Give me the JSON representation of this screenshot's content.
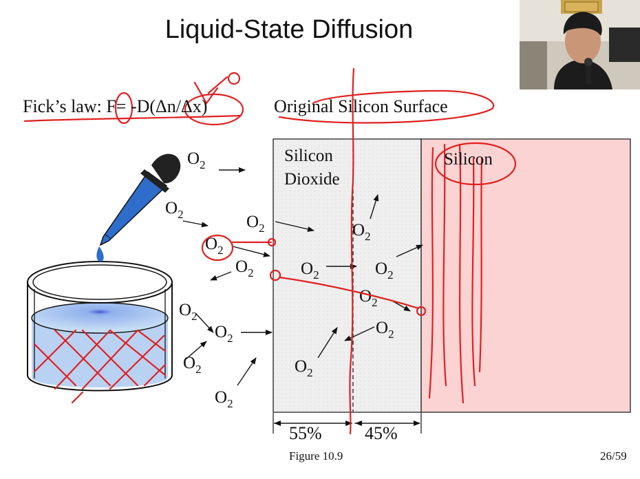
{
  "title": "Liquid-State Diffusion",
  "equation": "Fick’s law: F= -D(Δn/Δx)",
  "surface_label": "Original Silicon Surface",
  "oxide_label_line1": "Silicon",
  "oxide_label_line2": "Dioxide",
  "silicon_label": "Silicon",
  "molecule_label": "O",
  "molecule_subscript": "2",
  "percent_left": "55%",
  "percent_right": "45%",
  "figure_caption": "Figure 10.9",
  "page_number": "26/59",
  "annotation_mark": "0",
  "colors": {
    "ink": "#e02020",
    "oxide_fill": "#efefef",
    "silicon_fill": "#fcd3d3",
    "liquid": "#9fc0ec",
    "dropper": "#2e6dc9"
  }
}
